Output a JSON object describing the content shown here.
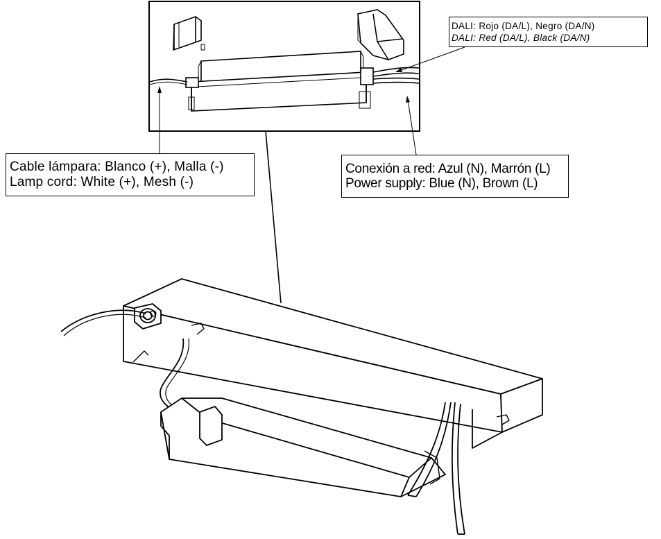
{
  "labels": {
    "lamp_cord": {
      "es": "Cable lámpara: Blanco (+), Malla (-)",
      "en": "Lamp cord: White (+), Mesh (-)"
    },
    "power_supply": {
      "es": "Conexión a red: Azul (N), Marrón (L)",
      "en": "Power supply: Blue (N), Brown (L)"
    },
    "dali": {
      "es": "DALI: Rojo (DA/L), Negro (DA/N)",
      "en": "DALI: Red (DA/L), Black (DA/N)"
    }
  },
  "colors": {
    "line": "#000000",
    "background": "#ffffff"
  }
}
